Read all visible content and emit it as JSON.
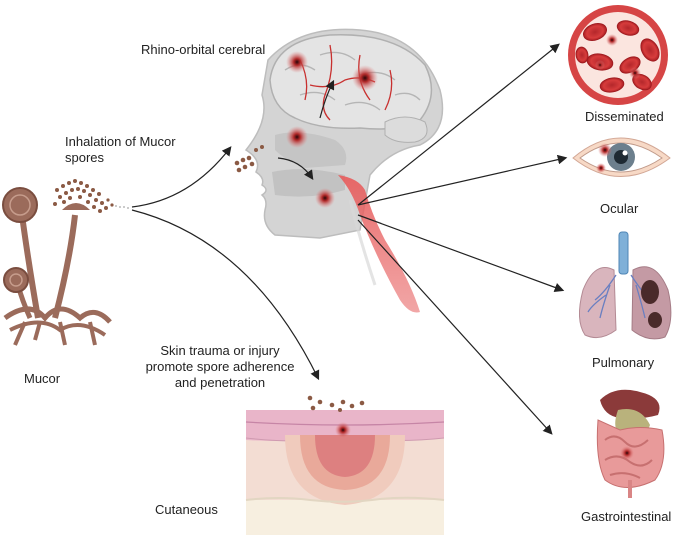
{
  "labels": {
    "rhino_orbital": "Rhino-orbital cerebral",
    "inhalation": "Inhalation of Mucor spores",
    "mucor": "Mucor",
    "skin_trauma": "Skin trauma or injury promote spore adherence and penetration",
    "cutaneous": "Cutaneous",
    "disseminated": "Disseminated",
    "ocular": "Ocular",
    "pulmonary": "Pulmonary",
    "gastrointestinal": "Gastrointestinal"
  },
  "colors": {
    "fungus": "#9b6b5b",
    "spore": "#8b5a44",
    "lesion": "#d63a3a",
    "vessel": "#c8302f",
    "head": "#cfcfcf",
    "arrow": "#222222",
    "skin_top": "#e8b8c8",
    "skin_mid": "#f1d3cc",
    "skin_base": "#f7efe0"
  }
}
